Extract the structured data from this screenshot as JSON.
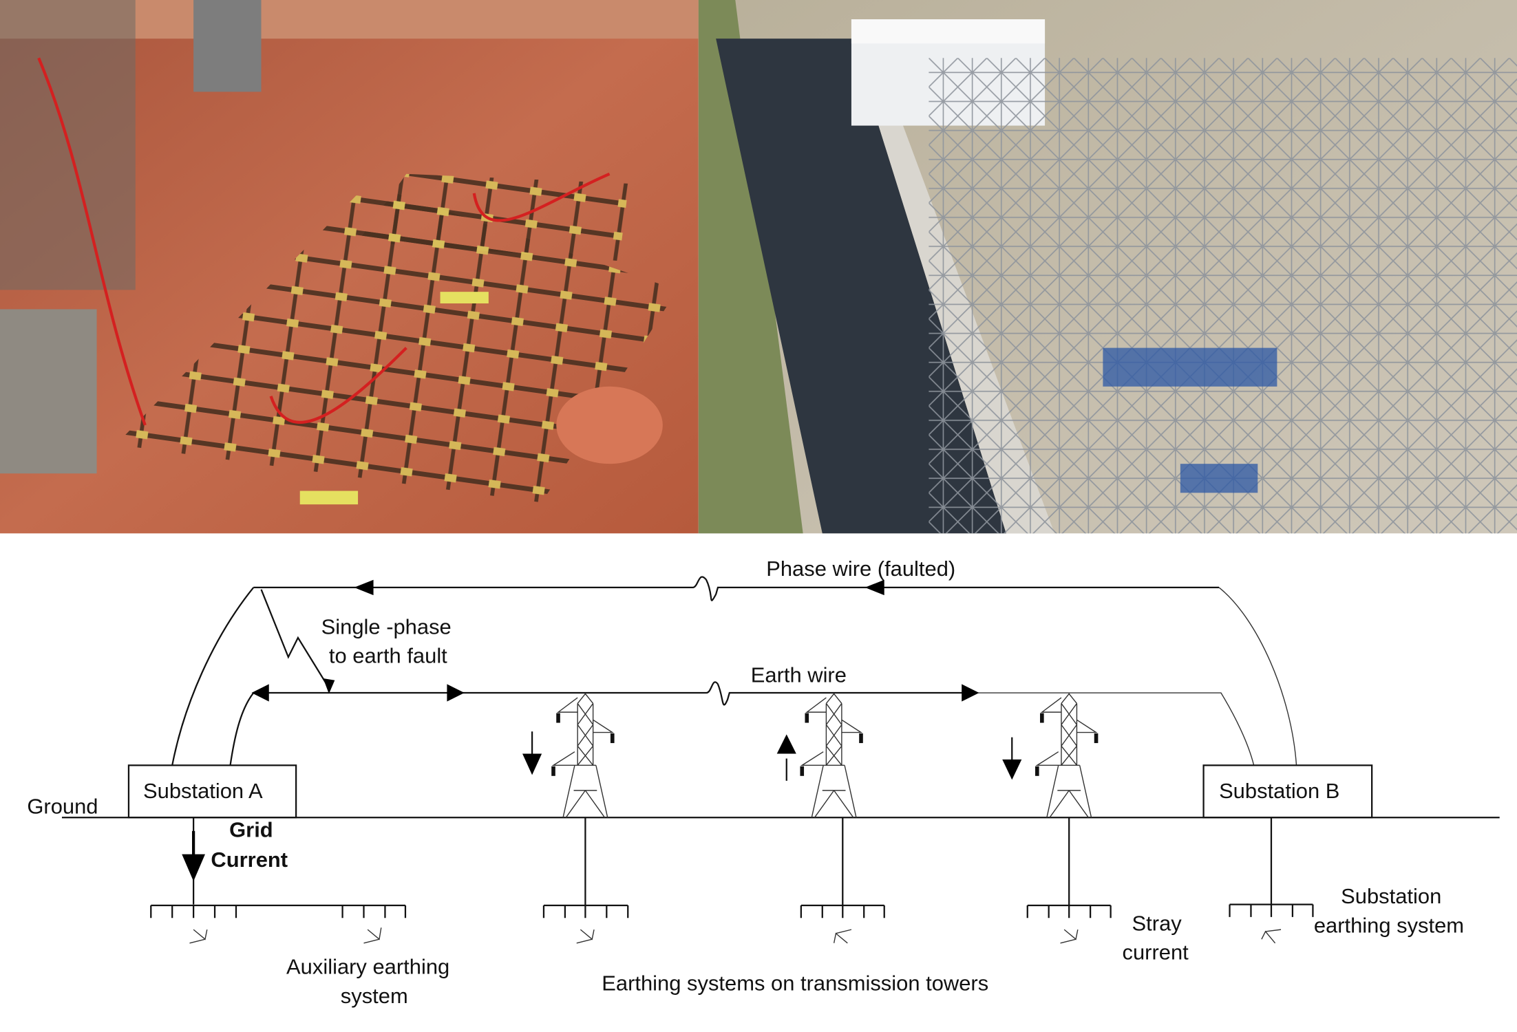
{
  "photos": {
    "left": {
      "description": "Copper earthing grid mesh being installed in excavated red soil",
      "colors": {
        "soil": "#b8563a",
        "rod": "#5a3a2a",
        "clamp": "#d9c25a",
        "wire": "#d42020"
      }
    },
    "right": {
      "description": "Aerial view of high-voltage electrical substation",
      "colors": {
        "road": "#2e3640",
        "gravel": "#c9c2b4",
        "steel": "#8a9099",
        "grass": "#7a8a55"
      }
    }
  },
  "diagram": {
    "labels": {
      "phase_wire": "Phase wire (faulted)",
      "fault_line1": "Single -phase",
      "fault_line2": "to earth fault",
      "earth_wire": "Earth wire",
      "ground": "Ground",
      "substation_a": "Substation A",
      "substation_b": "Substation B",
      "grid_line1": "Grid",
      "grid_line2": "Current",
      "aux_line1": "Auxiliary earthing",
      "aux_line2": "system",
      "towers_earthing": "Earthing systems on transmission towers",
      "stray_line1": "Stray",
      "stray_line2": "current",
      "sub_earth_line1": "Substation",
      "sub_earth_line2": "earthing system"
    },
    "tower_count": 3,
    "tower_current_directions": [
      "down",
      "up",
      "down"
    ]
  }
}
